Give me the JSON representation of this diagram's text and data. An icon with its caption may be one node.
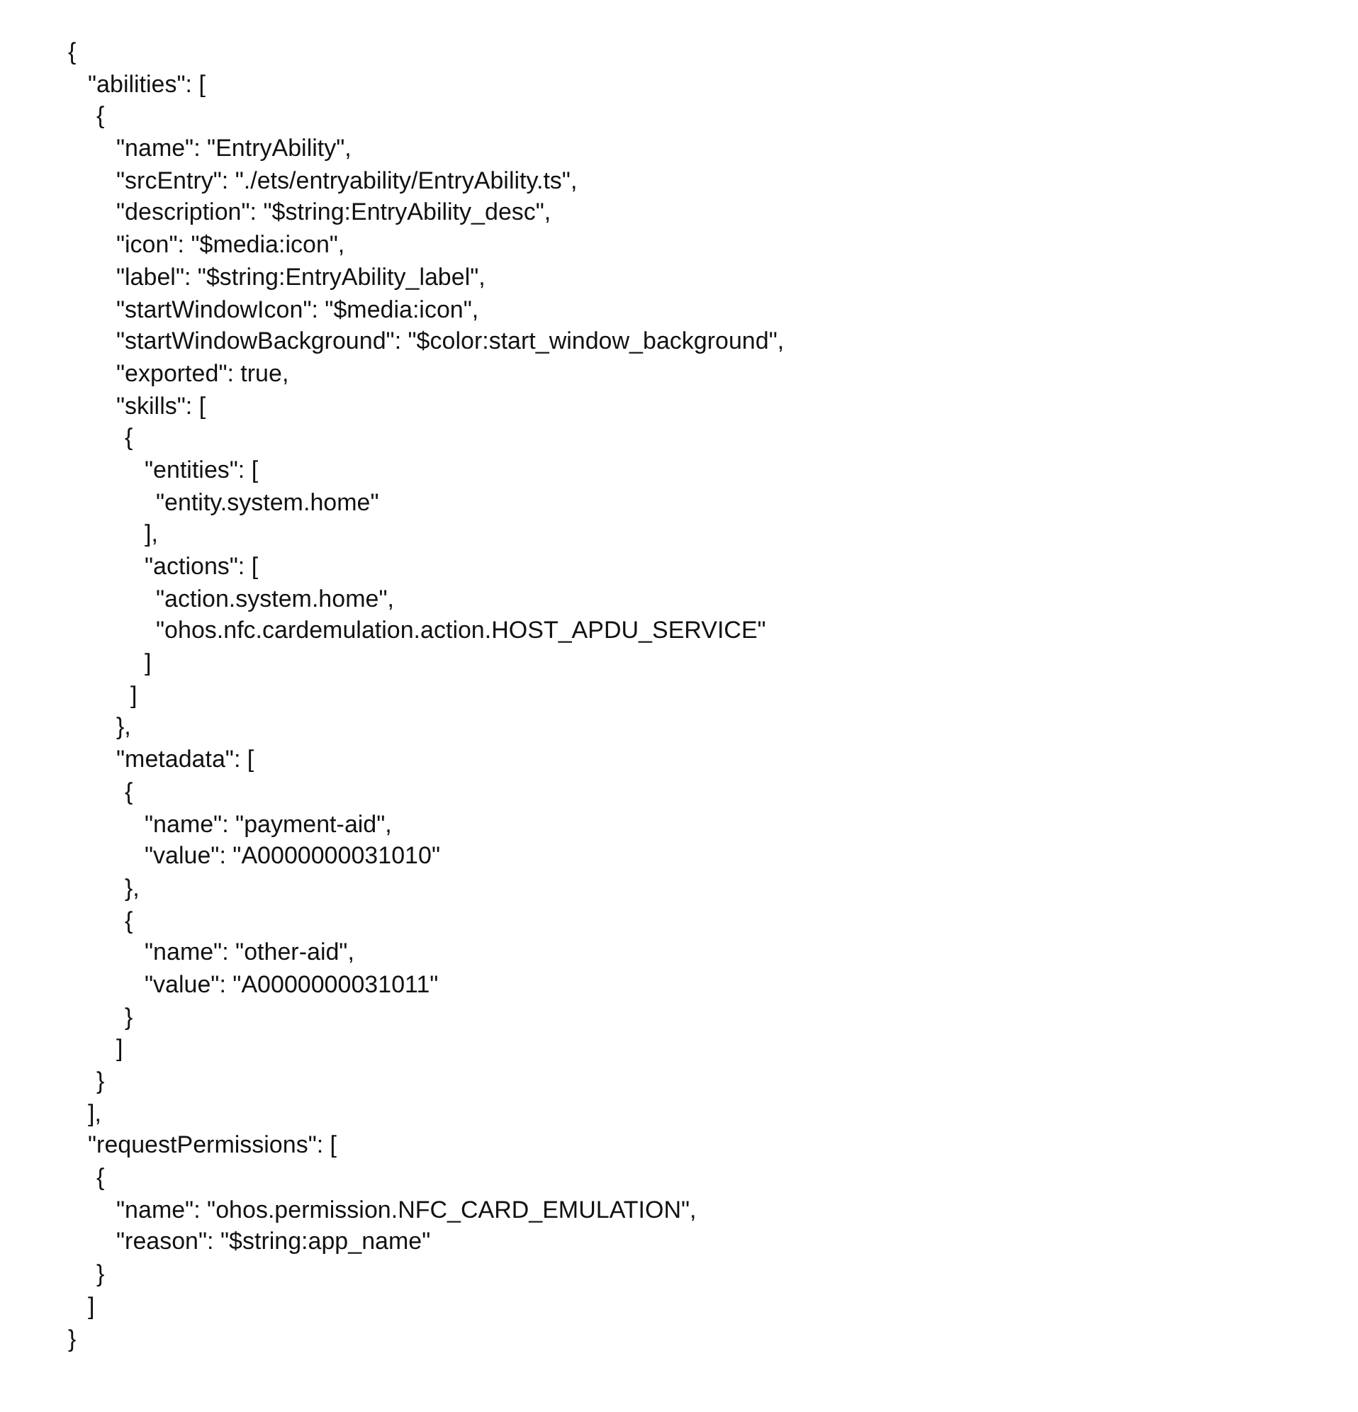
{
  "diagram": {
    "labels": [
      "{",
      "\"abilities\": [",
      "{",
      "\"name\": \"EntryAbility\",",
      "\"srcEntry\": \"./ets/entryability/EntryAbility.ts\",",
      "\"description\": \"$string:EntryAbility_desc\",",
      "\"icon\": \"$media:icon\",",
      "\"label\": \"$string:EntryAbility_label\",",
      "\"startWindowIcon\": \"$media:icon\",",
      "\"startWindowBackground\": \"$color:start_window_background\",",
      "\"exported\": true,",
      "\"skills\": [",
      "{",
      "\"entities\": [",
      "\"entity.system.home\"",
      "],",
      "\"actions\": [",
      "\"action.system.home\",",
      "\"ohos.nfc.cardemulation.action.HOST_APDU_SERVICE\"",
      "]",
      "]",
      "},",
      "\"metadata\": [",
      "{",
      "\"name\": \"payment-aid\",",
      "\"value\": \"A0000000031010\"",
      "},",
      "{",
      "\"name\": \"other-aid\",",
      "\"value\": \"A0000000031011\"",
      "}",
      "]",
      "}",
      "],",
      "\"requestPermissions\": [",
      "{",
      "\"name\": \"ohos.permission.NFC_CARD_EMULATION\",",
      "\"reason\": \"$string:app_name\"",
      "}",
      "]",
      "}"
    ]
  }
}
